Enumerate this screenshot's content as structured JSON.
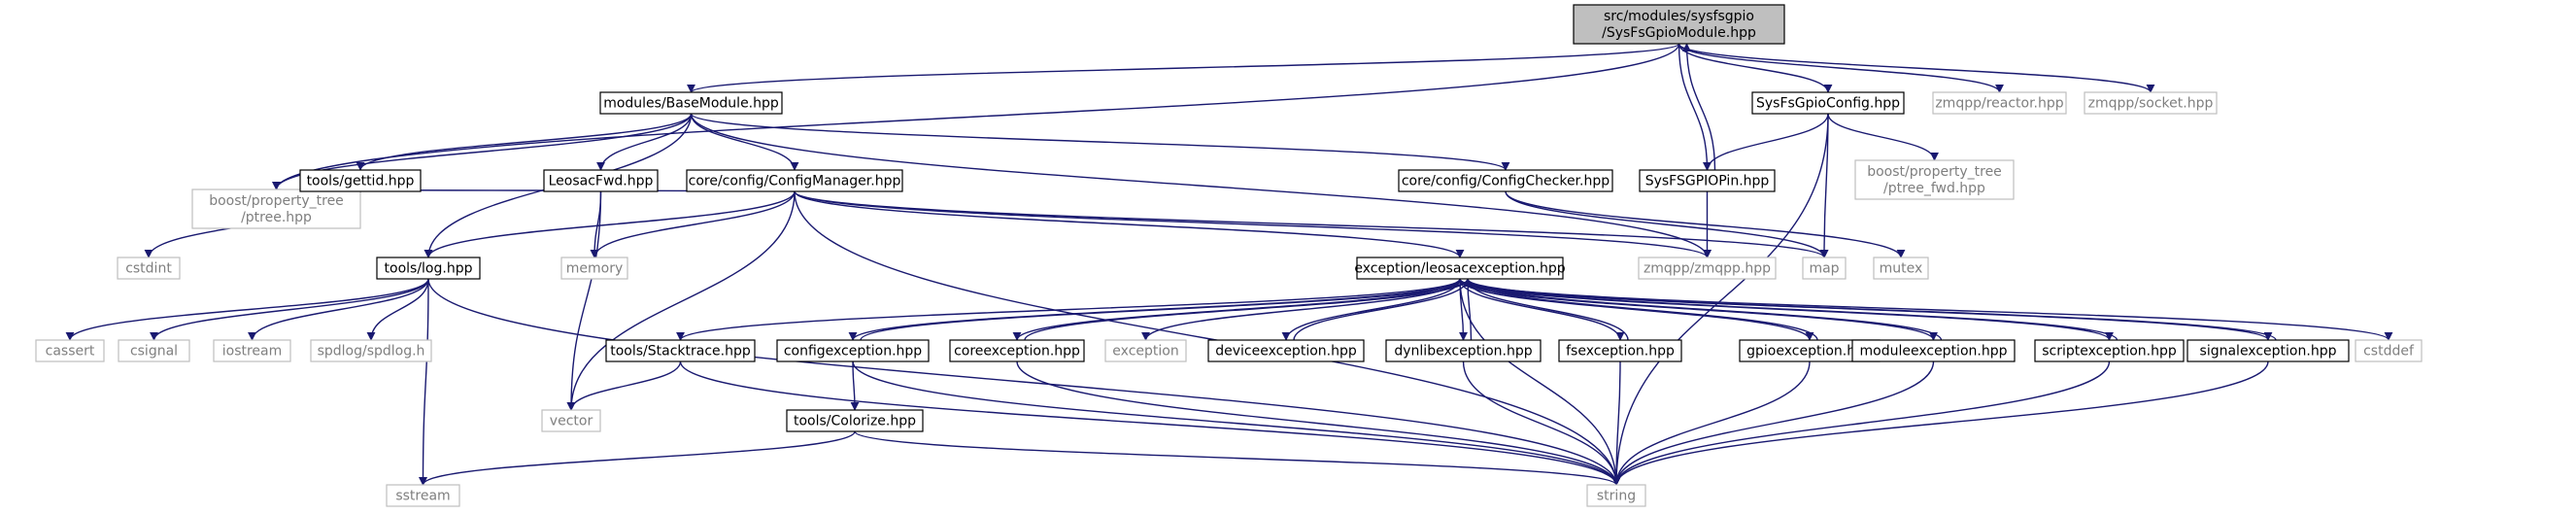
{
  "colors": {
    "root_fill": "#bfbfbf",
    "internal_border": "#000000",
    "external_border": "#bfbfbf",
    "external_text": "#7f7f7f",
    "edge": "#191970"
  },
  "nodes": [
    {
      "id": "root",
      "kind": "root",
      "lines": [
        "src/modules/sysfsgpio",
        "/SysFsGpioModule.hpp"
      ]
    },
    {
      "id": "basemodule",
      "kind": "internal",
      "lines": [
        "modules/BaseModule.hpp"
      ]
    },
    {
      "id": "ptree",
      "kind": "external",
      "lines": [
        "boost/property_tree",
        "/ptree.hpp"
      ]
    },
    {
      "id": "sysfsgpioconfig",
      "kind": "internal",
      "lines": [
        "SysFsGpioConfig.hpp"
      ]
    },
    {
      "id": "zmqpp_reactor",
      "kind": "external",
      "lines": [
        "zmqpp/reactor.hpp"
      ]
    },
    {
      "id": "zmqpp_socket",
      "kind": "external",
      "lines": [
        "zmqpp/socket.hpp"
      ]
    },
    {
      "id": "sysfsgpiopin",
      "kind": "internal",
      "lines": [
        "SysFSGPIOPin.hpp"
      ]
    },
    {
      "id": "gettid",
      "kind": "internal",
      "lines": [
        "tools/gettid.hpp"
      ]
    },
    {
      "id": "leosacfwd",
      "kind": "internal",
      "lines": [
        "LeosacFwd.hpp"
      ]
    },
    {
      "id": "configmanager",
      "kind": "internal",
      "lines": [
        "core/config/ConfigManager.hpp"
      ]
    },
    {
      "id": "configchecker",
      "kind": "internal",
      "lines": [
        "core/config/ConfigChecker.hpp"
      ]
    },
    {
      "id": "ptree_fwd",
      "kind": "external",
      "lines": [
        "boost/property_tree",
        "/ptree_fwd.hpp"
      ]
    },
    {
      "id": "cstdint",
      "kind": "external",
      "lines": [
        "cstdint"
      ]
    },
    {
      "id": "toolslog",
      "kind": "internal",
      "lines": [
        "tools/log.hpp"
      ]
    },
    {
      "id": "memory",
      "kind": "external",
      "lines": [
        "memory"
      ]
    },
    {
      "id": "leosacexception",
      "kind": "internal",
      "lines": [
        "exception/leosacexception.hpp"
      ]
    },
    {
      "id": "zmqpp",
      "kind": "external",
      "lines": [
        "zmqpp/zmqpp.hpp"
      ]
    },
    {
      "id": "map",
      "kind": "external",
      "lines": [
        "map"
      ]
    },
    {
      "id": "mutex",
      "kind": "external",
      "lines": [
        "mutex"
      ]
    },
    {
      "id": "cassert",
      "kind": "external",
      "lines": [
        "cassert"
      ]
    },
    {
      "id": "csignal",
      "kind": "external",
      "lines": [
        "csignal"
      ]
    },
    {
      "id": "iostream",
      "kind": "external",
      "lines": [
        "iostream"
      ]
    },
    {
      "id": "spdlog",
      "kind": "external",
      "lines": [
        "spdlog/spdlog.h"
      ]
    },
    {
      "id": "stacktrace",
      "kind": "internal",
      "lines": [
        "tools/Stacktrace.hpp"
      ]
    },
    {
      "id": "configexception",
      "kind": "internal",
      "lines": [
        "configexception.hpp"
      ]
    },
    {
      "id": "coreexception",
      "kind": "internal",
      "lines": [
        "coreexception.hpp"
      ]
    },
    {
      "id": "exception",
      "kind": "external",
      "lines": [
        "exception"
      ]
    },
    {
      "id": "deviceexception",
      "kind": "internal",
      "lines": [
        "deviceexception.hpp"
      ]
    },
    {
      "id": "dynlibexception",
      "kind": "internal",
      "lines": [
        "dynlibexception.hpp"
      ]
    },
    {
      "id": "fsexception",
      "kind": "internal",
      "lines": [
        "fsexception.hpp"
      ]
    },
    {
      "id": "gpioexception",
      "kind": "internal",
      "lines": [
        "gpioexception.hpp"
      ]
    },
    {
      "id": "moduleexception",
      "kind": "internal",
      "lines": [
        "moduleexception.hpp"
      ]
    },
    {
      "id": "scriptexception",
      "kind": "internal",
      "lines": [
        "scriptexception.hpp"
      ]
    },
    {
      "id": "signalexception",
      "kind": "internal",
      "lines": [
        "signalexception.hpp"
      ]
    },
    {
      "id": "cstddef",
      "kind": "external",
      "lines": [
        "cstddef"
      ]
    },
    {
      "id": "vector",
      "kind": "external",
      "lines": [
        "vector"
      ]
    },
    {
      "id": "colorize",
      "kind": "internal",
      "lines": [
        "tools/Colorize.hpp"
      ]
    },
    {
      "id": "sstream",
      "kind": "external",
      "lines": [
        "sstream"
      ]
    },
    {
      "id": "string",
      "kind": "external",
      "lines": [
        "string"
      ]
    }
  ],
  "edges": [
    [
      "root",
      "basemodule"
    ],
    [
      "root",
      "ptree"
    ],
    [
      "root",
      "sysfsgpioconfig"
    ],
    [
      "root",
      "zmqpp_reactor"
    ],
    [
      "root",
      "zmqpp_socket"
    ],
    [
      "root",
      "sysfsgpiopin"
    ],
    [
      "sysfsgpiopin",
      "root"
    ],
    [
      "basemodule",
      "gettid"
    ],
    [
      "basemodule",
      "ptree"
    ],
    [
      "basemodule",
      "toolslog"
    ],
    [
      "basemodule",
      "leosacfwd"
    ],
    [
      "basemodule",
      "configmanager"
    ],
    [
      "basemodule",
      "configchecker"
    ],
    [
      "basemodule",
      "zmqpp"
    ],
    [
      "gettid",
      "cstdint"
    ],
    [
      "leosacfwd",
      "memory"
    ],
    [
      "leosacfwd",
      "vector"
    ],
    [
      "configmanager",
      "ptree"
    ],
    [
      "configmanager",
      "toolslog"
    ],
    [
      "configmanager",
      "memory"
    ],
    [
      "configmanager",
      "vector"
    ],
    [
      "configmanager",
      "leosacexception"
    ],
    [
      "configmanager",
      "zmqpp"
    ],
    [
      "configmanager",
      "map"
    ],
    [
      "configmanager",
      "string"
    ],
    [
      "configchecker",
      "map"
    ],
    [
      "configchecker",
      "mutex"
    ],
    [
      "sysfsgpioconfig",
      "sysfsgpiopin"
    ],
    [
      "sysfsgpioconfig",
      "map"
    ],
    [
      "sysfsgpioconfig",
      "ptree_fwd"
    ],
    [
      "sysfsgpioconfig",
      "string"
    ],
    [
      "sysfsgpiopin",
      "zmqpp"
    ],
    [
      "toolslog",
      "cassert"
    ],
    [
      "toolslog",
      "csignal"
    ],
    [
      "toolslog",
      "iostream"
    ],
    [
      "toolslog",
      "spdlog"
    ],
    [
      "toolslog",
      "sstream"
    ],
    [
      "toolslog",
      "string"
    ],
    [
      "leosacexception",
      "stacktrace"
    ],
    [
      "leosacexception",
      "configexception"
    ],
    [
      "leosacexception",
      "coreexception"
    ],
    [
      "leosacexception",
      "exception"
    ],
    [
      "leosacexception",
      "deviceexception"
    ],
    [
      "leosacexception",
      "dynlibexception"
    ],
    [
      "leosacexception",
      "fsexception"
    ],
    [
      "leosacexception",
      "gpioexception"
    ],
    [
      "leosacexception",
      "moduleexception"
    ],
    [
      "leosacexception",
      "scriptexception"
    ],
    [
      "leosacexception",
      "signalexception"
    ],
    [
      "leosacexception",
      "cstddef"
    ],
    [
      "leosacexception",
      "string"
    ],
    [
      "configexception",
      "leosacexception"
    ],
    [
      "coreexception",
      "leosacexception"
    ],
    [
      "deviceexception",
      "leosacexception"
    ],
    [
      "dynlibexception",
      "leosacexception"
    ],
    [
      "fsexception",
      "leosacexception"
    ],
    [
      "gpioexception",
      "leosacexception"
    ],
    [
      "moduleexception",
      "leosacexception"
    ],
    [
      "scriptexception",
      "leosacexception"
    ],
    [
      "signalexception",
      "leosacexception"
    ],
    [
      "stacktrace",
      "vector"
    ],
    [
      "stacktrace",
      "string"
    ],
    [
      "configexception",
      "colorize"
    ],
    [
      "configexception",
      "string"
    ],
    [
      "coreexception",
      "string"
    ],
    [
      "dynlibexception",
      "string"
    ],
    [
      "fsexception",
      "string"
    ],
    [
      "gpioexception",
      "string"
    ],
    [
      "moduleexception",
      "string"
    ],
    [
      "scriptexception",
      "string"
    ],
    [
      "signalexception",
      "string"
    ],
    [
      "colorize",
      "sstream"
    ],
    [
      "colorize",
      "string"
    ]
  ]
}
